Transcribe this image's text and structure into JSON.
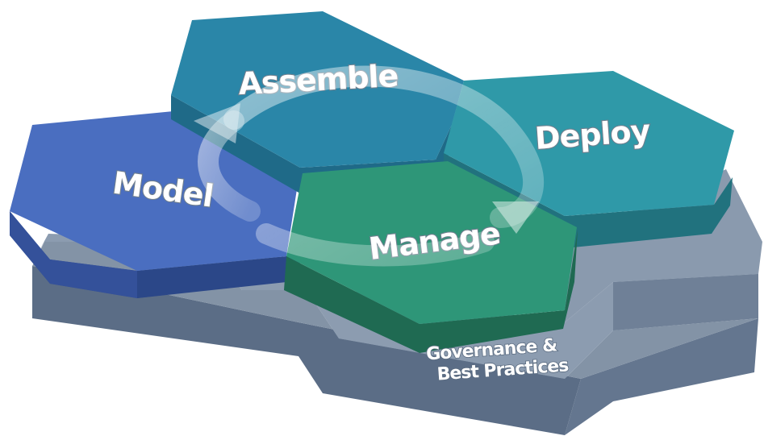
{
  "diagram": {
    "hexagons": {
      "assemble": {
        "label": "Assemble",
        "color": "#2a86a8"
      },
      "deploy": {
        "label": "Deploy",
        "color": "#2f99a8"
      },
      "model": {
        "label": "Model",
        "color": "#4a6ec0"
      },
      "manage": {
        "label": "Manage",
        "color": "#2e9678"
      }
    },
    "base": {
      "label_line1": "Governance &",
      "label_line2": "Best Practices",
      "color": "#8393a6"
    },
    "cycle_arrow": {
      "direction": "clockwise",
      "icon": "cycle-arrow-icon"
    }
  }
}
